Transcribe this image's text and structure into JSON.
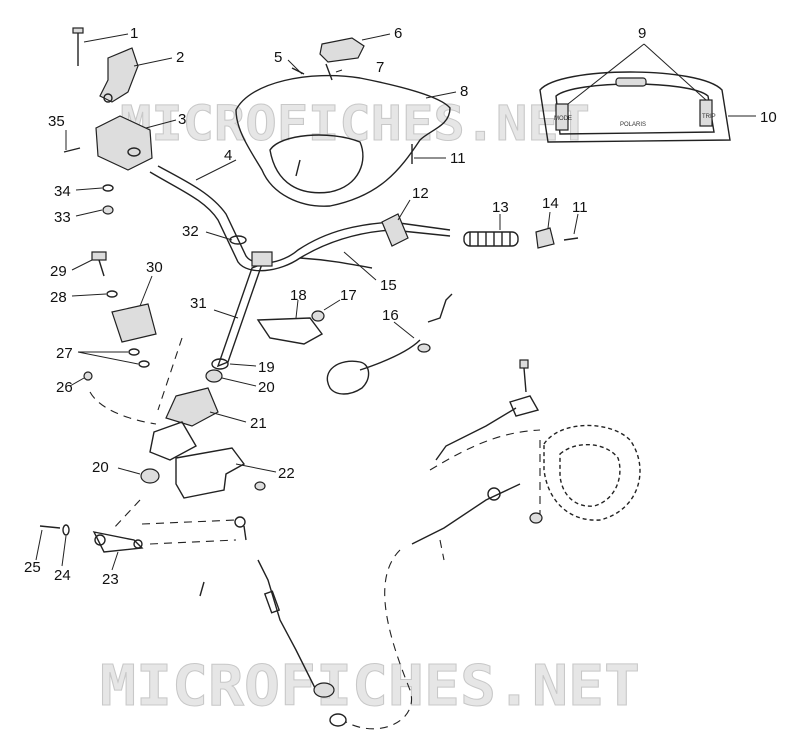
{
  "watermark": "MICROFICHES.NET",
  "panel": {
    "brand": "POLARIS",
    "left_label": "MODE",
    "right_label": "TRIP"
  },
  "callouts": {
    "c1": "1",
    "c2": "2",
    "c3": "3",
    "c4": "4",
    "c5": "5",
    "c6": "6",
    "c7": "7",
    "c8": "8",
    "c9": "9",
    "c10": "10",
    "c11a": "11",
    "c11b": "11",
    "c12": "12",
    "c13": "13",
    "c14": "14",
    "c15": "15",
    "c16": "16",
    "c17": "17",
    "c18": "18",
    "c19": "19",
    "c20a": "20",
    "c20b": "20",
    "c21": "21",
    "c22": "22",
    "c23": "23",
    "c24": "24",
    "c25": "25",
    "c26": "26",
    "c27": "27",
    "c28": "28",
    "c29": "29",
    "c30": "30",
    "c31": "31",
    "c32": "32",
    "c33": "33",
    "c34": "34",
    "c35": "35"
  }
}
